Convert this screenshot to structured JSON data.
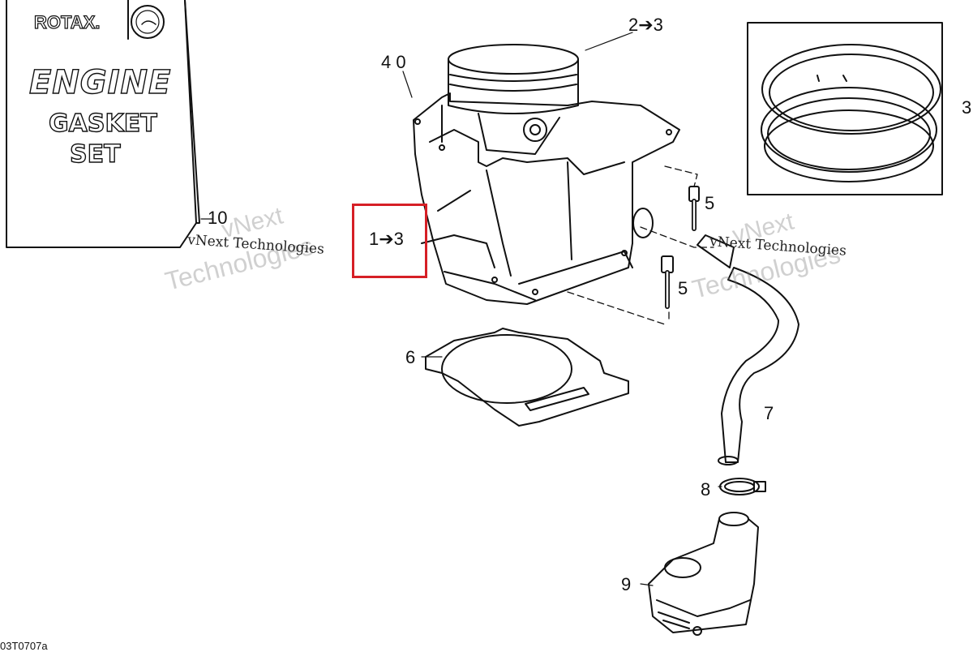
{
  "kit": {
    "brand": "ROTAX.",
    "line1": "ENGINE",
    "line2": "GASKET",
    "line3": "SET"
  },
  "callouts": [
    {
      "id": "c40",
      "text": "4 0"
    },
    {
      "id": "c23",
      "text": "2➔3"
    },
    {
      "id": "c3",
      "text": "3"
    },
    {
      "id": "c10",
      "text": "10"
    },
    {
      "id": "c13",
      "text": "1➔3"
    },
    {
      "id": "c5a",
      "text": "5"
    },
    {
      "id": "c5b",
      "text": "5"
    },
    {
      "id": "c6",
      "text": "6"
    },
    {
      "id": "c7",
      "text": "7"
    },
    {
      "id": "c8",
      "text": "8"
    },
    {
      "id": "c9",
      "text": "9"
    }
  ],
  "watermark": {
    "line1": "vNext",
    "line2": "Technologies",
    "inline": "vNext Technologies"
  },
  "figure_id": "03T0707a",
  "colors": {
    "highlight": "#d61f26",
    "ink": "#111111",
    "watermark": "#7a7a7a"
  }
}
